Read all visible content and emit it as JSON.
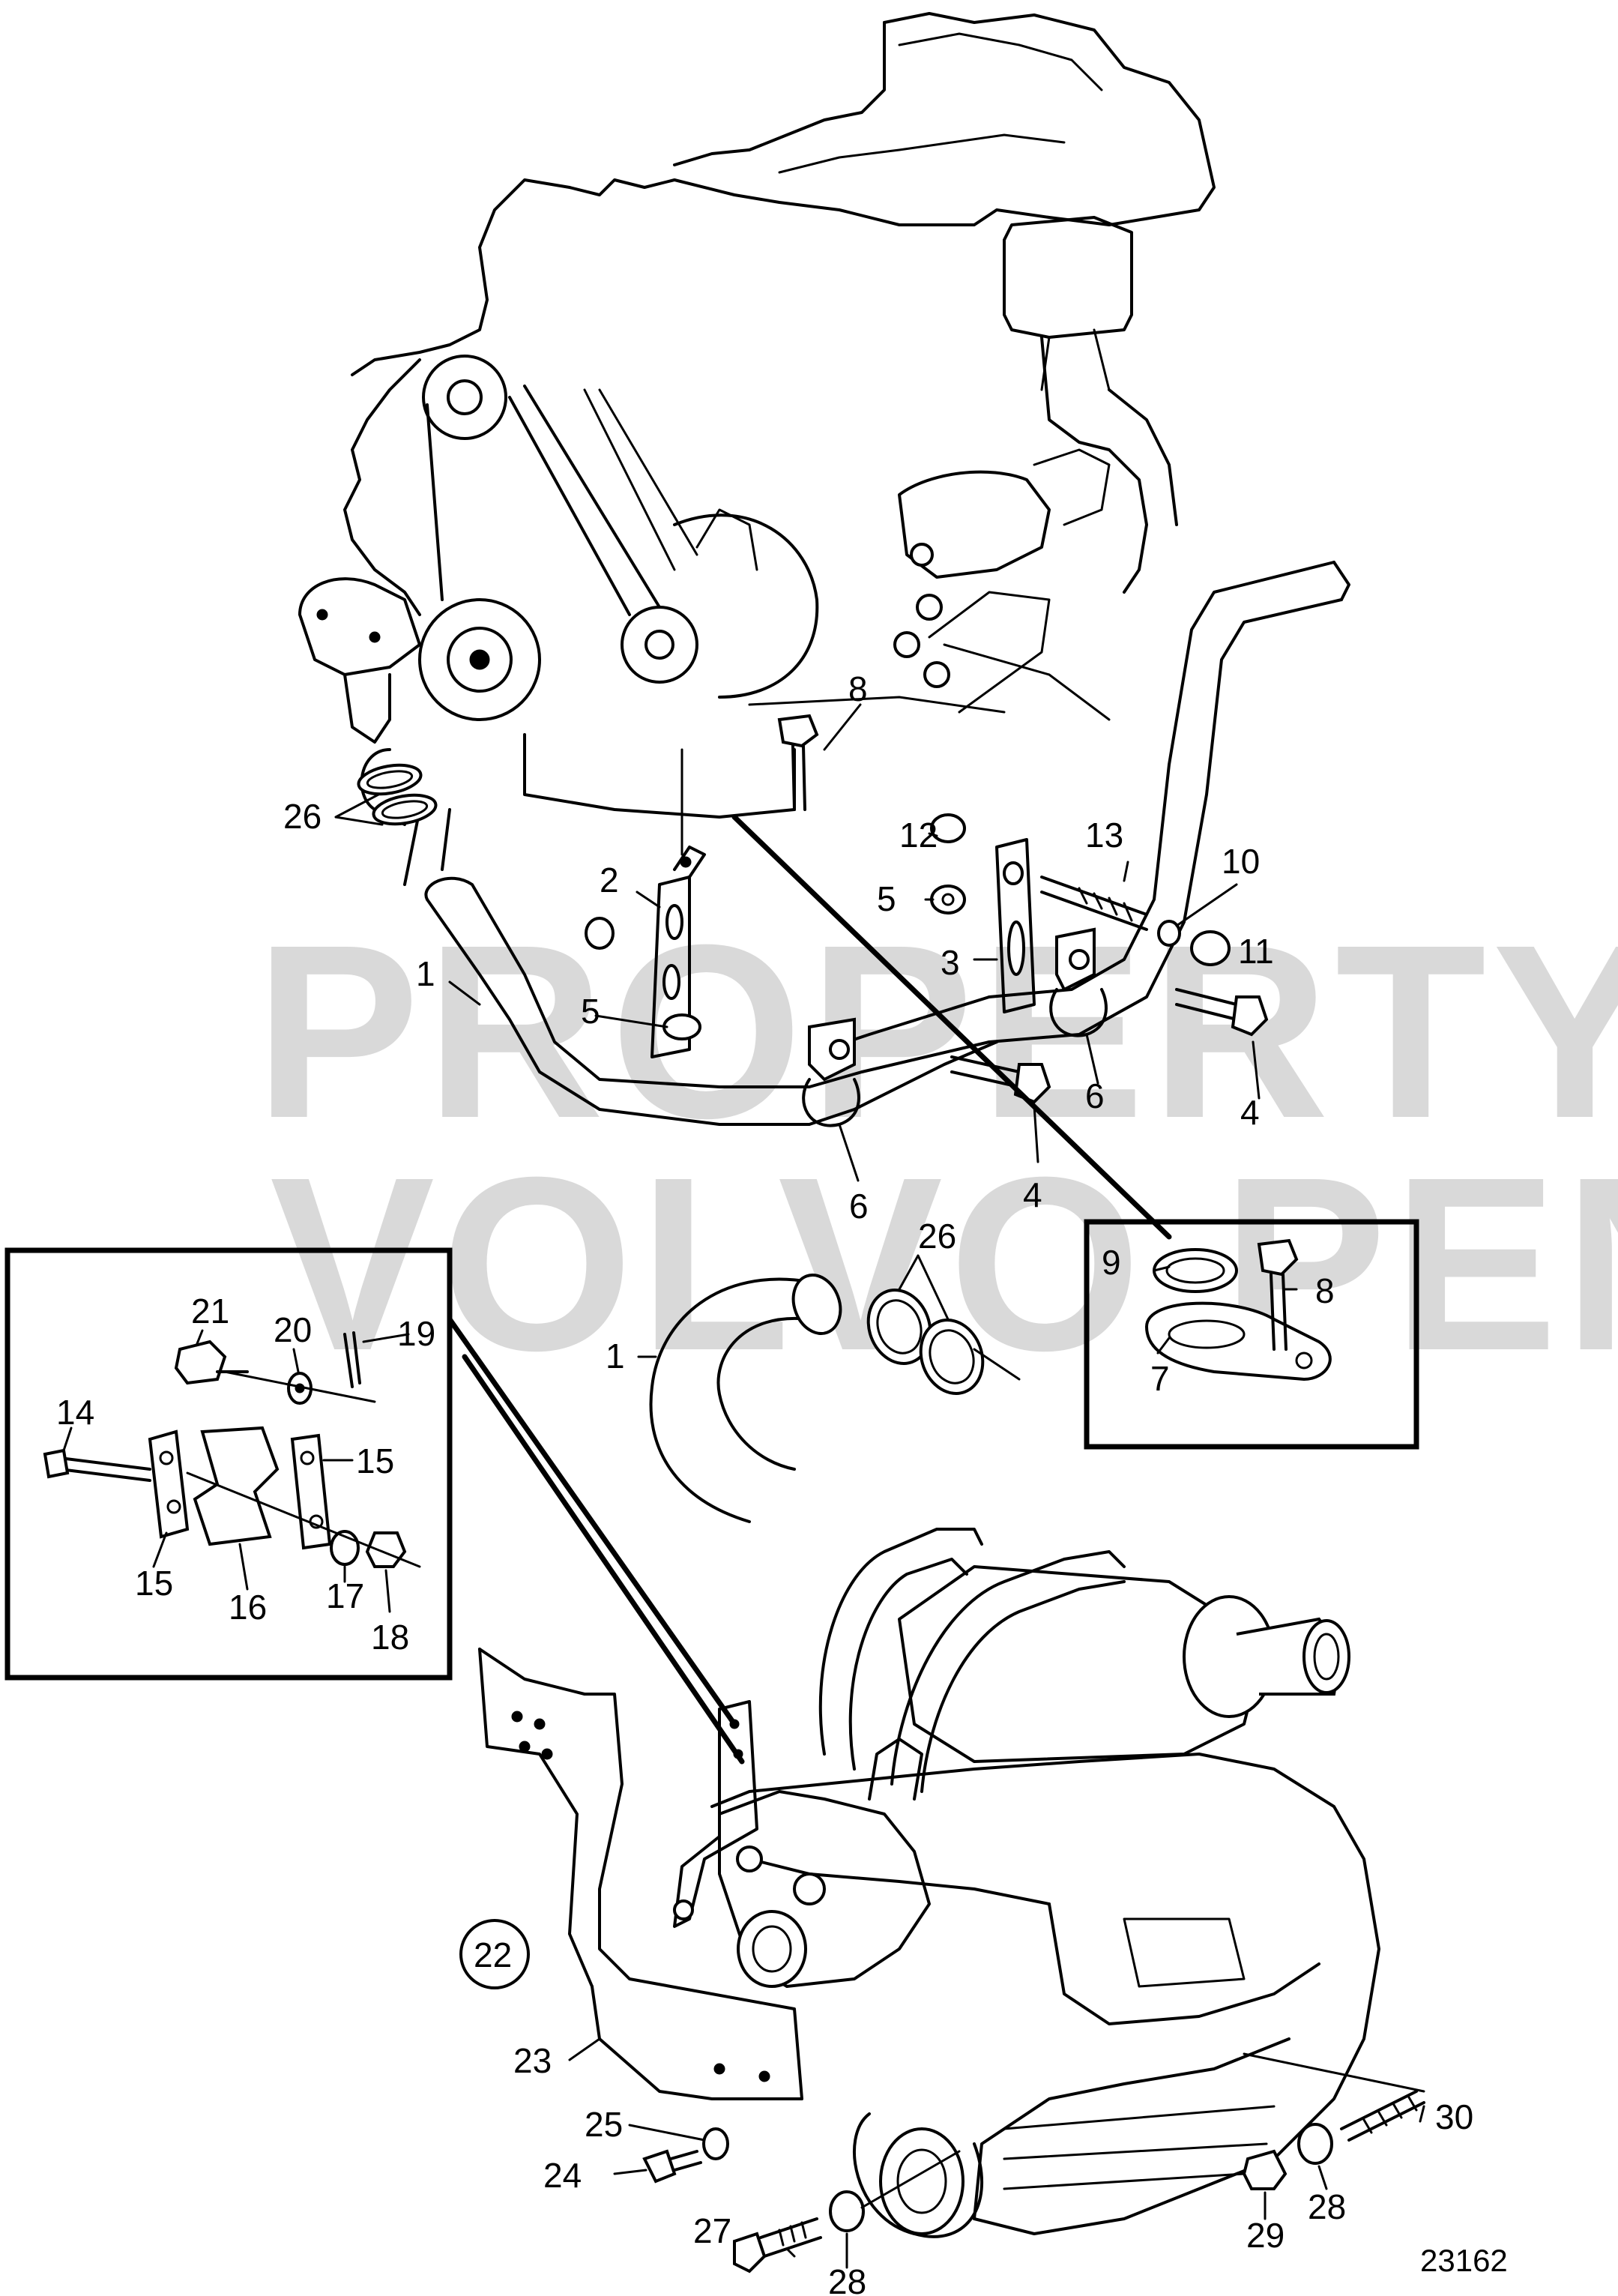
{
  "watermark": {
    "line1": "PROPERTY OF",
    "line2": "VOLVO PENTA"
  },
  "figure_number": "23162",
  "callouts": {
    "c1a": "1",
    "c1b": "1",
    "c2": "2",
    "c3": "3",
    "c4a": "4",
    "c4b": "4",
    "c5a": "5",
    "c5b": "5",
    "c6a": "6",
    "c6b": "6",
    "c7": "7",
    "c8a": "8",
    "c8b": "8",
    "c9": "9",
    "c10": "10",
    "c11": "11",
    "c12": "12",
    "c13": "13",
    "c14": "14",
    "c15a": "15",
    "c15b": "15",
    "c16": "16",
    "c17": "17",
    "c18": "18",
    "c19": "19",
    "c20": "20",
    "c21": "21",
    "c22": "22",
    "c23": "23",
    "c24": "24",
    "c25": "25",
    "c26a": "26",
    "c26b": "26",
    "c27": "27",
    "c28a": "28",
    "c28b": "28",
    "c29": "29",
    "c30": "30"
  },
  "icons": {
    "engine": "engine-outline-icon",
    "gearbox": "gearbox-outline-icon",
    "bracket": "mounting-bracket-icon"
  }
}
